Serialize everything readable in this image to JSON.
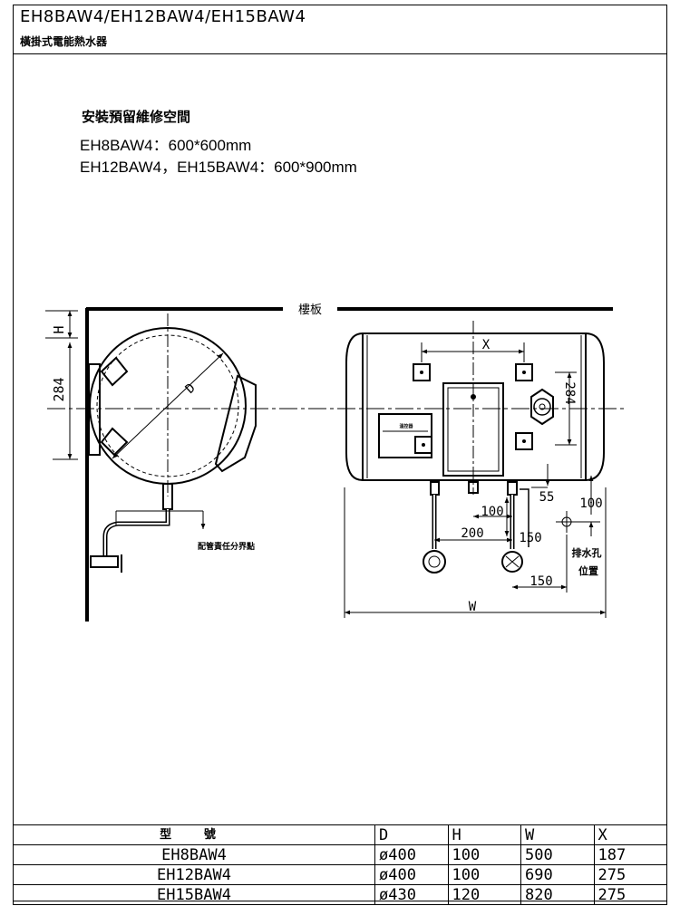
{
  "header": {
    "models_title": "EH8BAW4/EH12BAW4/EH15BAW4",
    "product_subtitle": "橫掛式電能熱水器"
  },
  "clearance": {
    "title": "安裝預留維修空間",
    "lines": [
      "EH8BAW4：600*600mm",
      "EH12BAW4，EH15BAW4：600*900mm"
    ]
  },
  "drawing": {
    "ceiling_label": "樓板",
    "side_view": {
      "dim_H": "H",
      "dim_284": "284",
      "dim_D": "D",
      "pipe_note": "配管責任分界點"
    },
    "front_view": {
      "dim_X": "X",
      "dim_284": "284",
      "dim_55": "55",
      "dim_100_right": "100",
      "dim_100_mid": "100",
      "dim_150_vert": "150",
      "dim_200": "200",
      "dim_150_horiz": "150",
      "dim_W": "W",
      "drain_label_1": "排水孔",
      "drain_label_2": "位置",
      "panel_label": "溫控器"
    }
  },
  "spec_table": {
    "headers": [
      "型  號",
      "D",
      "H",
      "W",
      "X"
    ],
    "rows": [
      [
        "EH8BAW4",
        "ø400",
        "100",
        "500",
        "187"
      ],
      [
        "EH12BAW4",
        "ø400",
        "100",
        "690",
        "275"
      ],
      [
        "EH15BAW4",
        "ø430",
        "120",
        "820",
        "275"
      ]
    ]
  }
}
